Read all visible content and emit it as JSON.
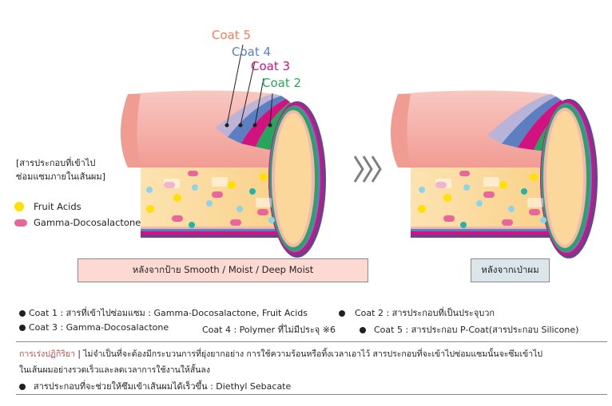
{
  "coats": [
    {
      "label": "Coat 5",
      "color": "#f07f5c"
    },
    {
      "label": "Coat 4",
      "color": "#5b7fc0"
    },
    {
      "label": "Coat 3",
      "color": "#d2127f"
    },
    {
      "label": "Coat 2",
      "color": "#26a65b"
    }
  ],
  "side_note": {
    "line1": "[สารประกอบที่เข้าไป",
    "line2": "ซ่อมแซมภายในเส้นผม]"
  },
  "legend": [
    {
      "label": "Fruit Acids",
      "color": "#ffe100",
      "shape": "dot"
    },
    {
      "label": "Gamma-Docosalactone",
      "color": "#e8679a",
      "shape": "pill"
    }
  ],
  "captions": {
    "left": "หลังจากป้าย Smooth / Moist / Deep Moist",
    "right": "หลังจากเป่าผม"
  },
  "notes": {
    "coat1": "Coat 1 : สารที่เข้าไปซ่อมแซม : Gamma-Docosalactone, Fruit Acids",
    "coat2": "Coat 2 : สารประกอบที่เป็นประจุบวก",
    "coat3": "Coat 3 : Gamma-Docosalactone",
    "coat4": "Coat 4 : Polymer ที่ไม่มีประจุ ※6",
    "coat5": "Coat 5 : สารประกอบ P-Coat(สารประกอบ Silicone)"
  },
  "reaction": {
    "title": "การเร่งปฏิกิริยา",
    "text": " | ไม่จำเป็นที่จะต้องมีกระบวนการที่ยุ่งยากอย่าง การใช้ความร้อนหรือทิ้งเวลาเอาไว้ สารประกอบที่จะเข้าไปซ่อมแซมนั้นจะซึมเข้าไป",
    "text2": "ในเส้นผมอย่างรวดเร็วและลดเวลาการใช้งานให้สั้นลง",
    "bullet_text": "สารประกอบที่จะช่วยให้ซึมเข้าเส้นผมได้เร็วขึ้น : Diethyl Sebacate"
  },
  "colors": {
    "cuticle_pink": "#f4b6b0",
    "cortex": "#fbd79b",
    "caption_left_bg": "#fcd9d3",
    "caption_right_bg": "#dbe6ea",
    "accent": "#c0504d"
  }
}
